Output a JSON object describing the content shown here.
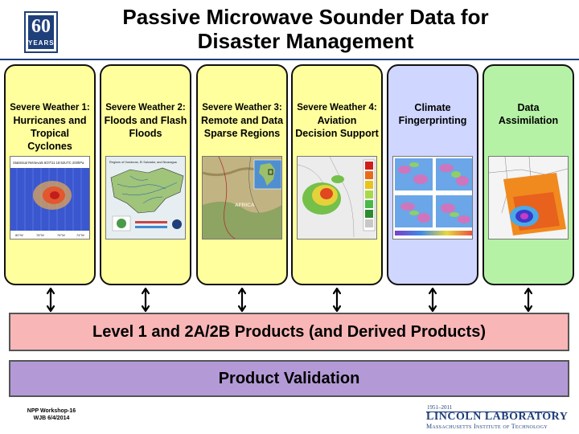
{
  "logo": {
    "number": "60",
    "label": "YEARS"
  },
  "title": {
    "line1": "Passive Microwave Sounder Data for",
    "line2": "Disaster Management"
  },
  "panels": [
    {
      "prefix": "Severe Weather 1:",
      "label": "Hurricanes and Tropical Cyclones",
      "color": "#ffff9e",
      "figure_text": "Statistical Retrievals 8/27/11 18:52UTC 200hPa",
      "axis_ticks": [
        "80°W",
        "78°W",
        "76°W",
        "74°W"
      ]
    },
    {
      "prefix": "Severe Weather 2:",
      "label": "Floods and Flash Floods",
      "color": "#ffff9e",
      "figure_text": "Regions of Honduras, El Salvador, and Nicaragua"
    },
    {
      "prefix": "Severe Weather 3:",
      "label": "Remote and Data Sparse Regions",
      "color": "#ffff9e",
      "figure_text": "AFRICA"
    },
    {
      "prefix": "Severe Weather 4:",
      "label": "Aviation Decision Support",
      "color": "#ffff9e"
    },
    {
      "prefix": "",
      "label": "Climate Fingerprinting",
      "color": "#cfd6ff"
    },
    {
      "prefix": "",
      "label": "Data Assimilation",
      "color": "#b6f2a6"
    }
  ],
  "products_label": "Level 1 and 2A/2B Products (and Derived Products)",
  "validation_label": "Product Validation",
  "footer": {
    "line1": "NPP Workshop-16",
    "line2": "WJB 6/4/2014"
  },
  "lincoln": {
    "years": "1951–2011",
    "lab": "LINCOLN LABORATORY",
    "mit": "Massachusetts Institute of Technology"
  }
}
